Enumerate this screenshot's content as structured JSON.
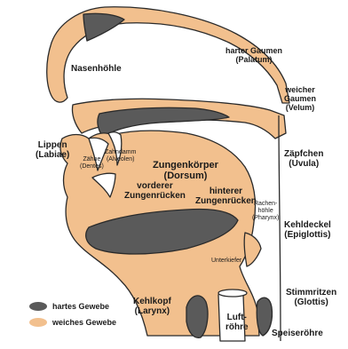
{
  "colors": {
    "soft_tissue": "#f2c08e",
    "hard_tissue": "#5a5a5a",
    "outline": "#2a2a2a"
  },
  "labels": {
    "nasenhoehle": "Nasenhöhle",
    "harter_gaumen": "harter Gaumen",
    "harter_gaumen_latin": "(Palatum)",
    "weicher_gaumen_1": "weicher",
    "weicher_gaumen_2": "Gaumen",
    "weicher_gaumen_latin": "(Velum)",
    "lippen": "Lippen",
    "lippen_latin": "(Labiae)",
    "zaehne": "Zähne",
    "zaehne_latin": "(Dentes)",
    "zahndamm": "Zahndamm",
    "zahndamm_latin": "(Alveolen)",
    "zungenkoerper": "Zungenkörper",
    "zungenkoerper_latin": "(Dorsum)",
    "vorderer_1": "vorderer",
    "vorderer_2": "Zungenrücken",
    "hinterer_1": "hinterer",
    "hinterer_2": "Zungenrücken",
    "zaepfchen": "Zäpfchen",
    "zaepfchen_latin": "(Uvula)",
    "rachen_1": "Rachen-",
    "rachen_2": "höhle",
    "rachen_latin": "(Pharynx)",
    "kehldeckel": "Kehldeckel",
    "kehldeckel_latin": "(Epiglottis)",
    "unterkiefer": "Unterkiefer",
    "stimmritzen": "Stimmritzen",
    "stimmritzen_latin": "(Glottis)",
    "kehlkopf": "Kehlkopf",
    "kehlkopf_latin": "(Larynx)",
    "luftroehre_1": "Luft-",
    "luftroehre_2": "röhre",
    "speiseroehre": "Speiseröhre"
  },
  "legend": {
    "hard": "hartes Gewebe",
    "soft": "weiches Gewebe"
  }
}
